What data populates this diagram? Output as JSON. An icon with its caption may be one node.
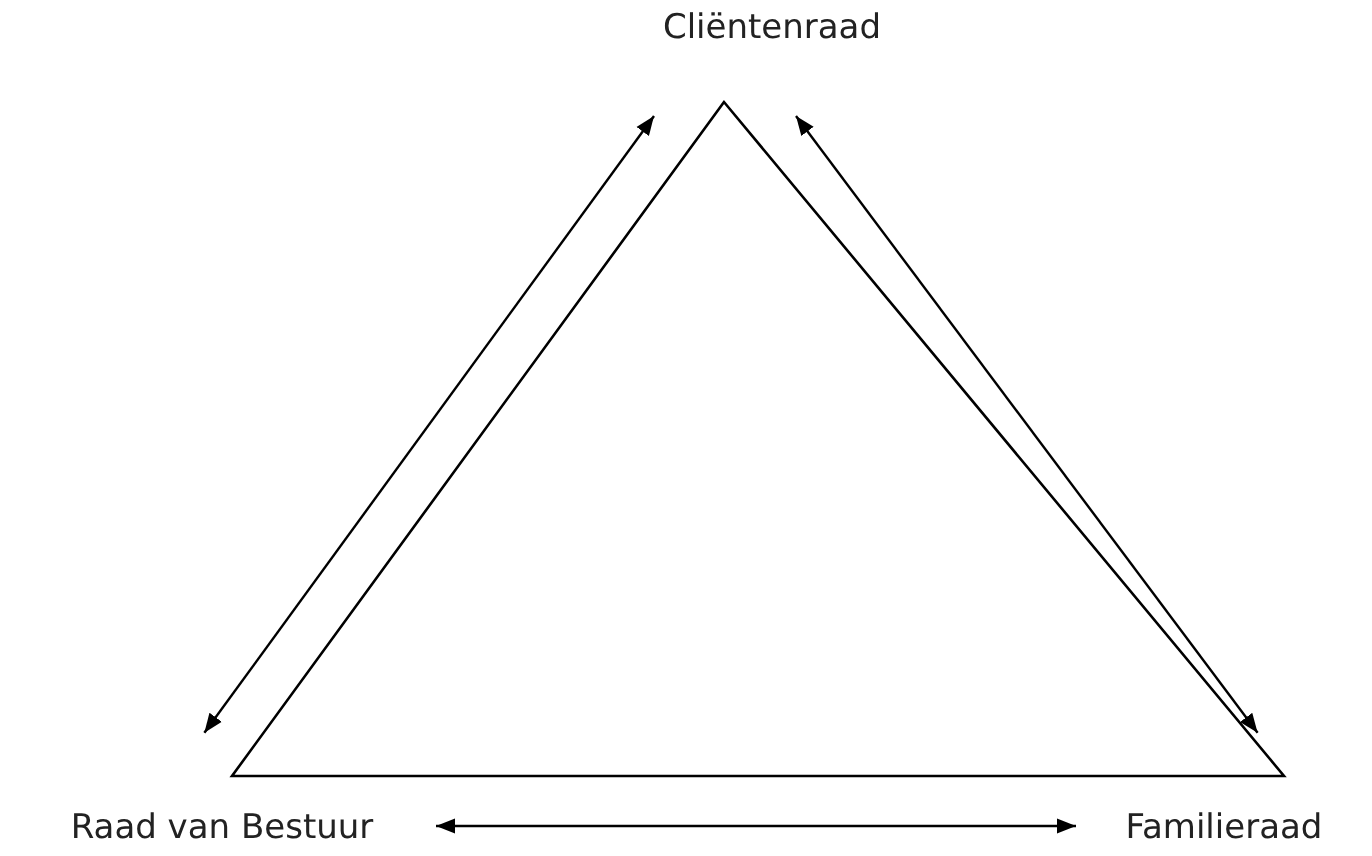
{
  "diagram": {
    "nodes": [
      {
        "text": [
          "Cliëntenraad"
        ]
      },
      {
        "text": [
          "Raad van Bestuur"
        ]
      },
      {
        "text": [
          "Familieraad"
        ]
      }
    ],
    "edges": [
      {
        "from": 0,
        "to": 1,
        "arrow": "both"
      },
      {
        "from": 0,
        "to": 2,
        "arrow": "both"
      },
      {
        "from": 1,
        "to": 2,
        "arrow": "both"
      }
    ]
  }
}
